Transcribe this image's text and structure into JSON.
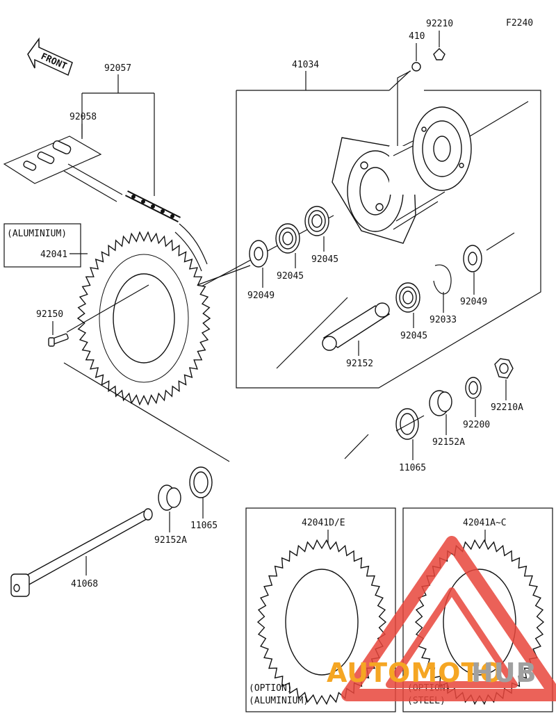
{
  "diagram_code": "F2240",
  "front_label": "FRONT",
  "group_label": "(ALUMINIUM)",
  "parts": {
    "p92210": "92210",
    "p410": "410",
    "p41034": "41034",
    "p92057": "92057",
    "p92058": "92058",
    "p42041": "42041",
    "p92150": "92150",
    "p92049_left": "92049",
    "p92045_a": "92045",
    "p92045_b": "92045",
    "p92045_c": "92045",
    "p92049_right": "92049",
    "p92033": "92033",
    "p92152": "92152",
    "p92210A": "92210A",
    "p92200": "92200",
    "p92152A_right": "92152A",
    "p11065_right": "11065",
    "p92152A_left": "92152A",
    "p11065_left": "11065",
    "p41068": "41068"
  },
  "options": [
    {
      "part": "42041D/E",
      "line1": "(OPTION)",
      "line2": "(ALUMINIUM)"
    },
    {
      "part": "42041A~C",
      "line1": "(OPTION)",
      "line2": "(STEEL)"
    }
  ],
  "watermark": {
    "text_left": "AUTOMOTO",
    "text_right": "HUB",
    "color_left": "#f5a623",
    "color_right": "#a0a0a0",
    "logo_color": "#e8463c"
  }
}
